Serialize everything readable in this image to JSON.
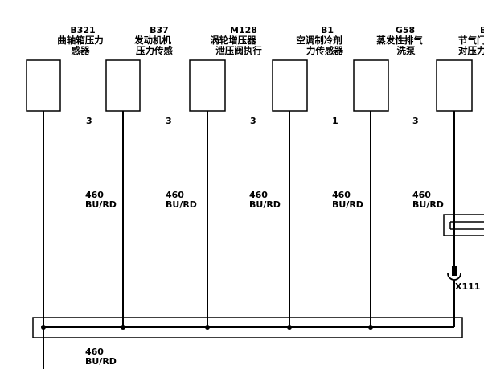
{
  "components": [
    {
      "code": "B321",
      "name_line1": "曲轴箱压力",
      "name_line2": "感器",
      "pin": "3",
      "wire_number": "460",
      "wire_color": "BU/RD"
    },
    {
      "code": "B37",
      "name_line1": "发动机机",
      "name_line2": "压力传感",
      "pin": "3",
      "wire_number": "460",
      "wire_color": "BU/RD"
    },
    {
      "code": "M128",
      "name_line1": "涡轮增压器",
      "name_line2": "泄压阀执行",
      "pin": "3",
      "wire_number": "460",
      "wire_color": "BU/RD"
    },
    {
      "code": "B1",
      "name_line1": "空调制冷剂",
      "name_line2": "力传感器",
      "pin": "1",
      "wire_number": "460",
      "wire_color": "BU/RD"
    },
    {
      "code": "G58",
      "name_line1": "蒸发性排气",
      "name_line2": "洗泵",
      "pin": "3",
      "wire_number": "460",
      "wire_color": "BU/RD"
    },
    {
      "code": "B",
      "name_line1": "节气门",
      "name_line2": "对压力",
      "pin": "",
      "wire_number": "",
      "wire_color": ""
    }
  ],
  "connector": {
    "label": "X111"
  },
  "output_wire": {
    "wire_number": "460",
    "wire_color": "BU/RD"
  },
  "colors": {
    "line": "#000000",
    "background": "#ffffff"
  }
}
